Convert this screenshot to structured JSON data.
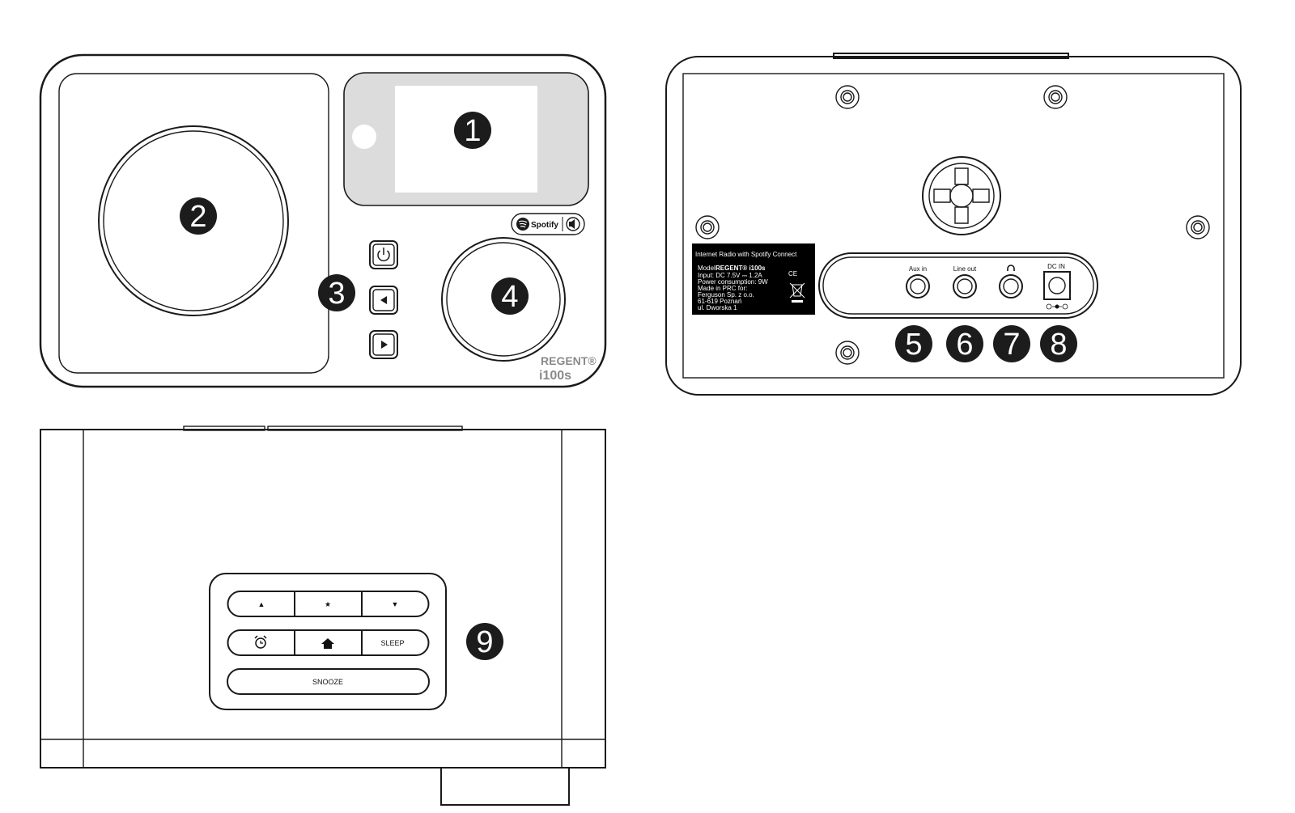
{
  "callouts": {
    "c1": "1",
    "c2": "2",
    "c3": "3",
    "c4": "4",
    "c5": "5",
    "c6": "6",
    "c7": "7",
    "c8": "8",
    "c9": "9"
  },
  "front": {
    "spotify_badge": "Spotify",
    "brand": "REGENT®",
    "model": "i100s",
    "icons": [
      "power-icon",
      "prev-icon",
      "next-icon",
      "speaker-icon",
      "spotify-logo"
    ]
  },
  "back": {
    "label": {
      "title": "Internet Radio with Spotify Connect",
      "model_prefix": "Model:",
      "model_name": "REGENT® i100s",
      "input": "Input: DC 7.5V ⎓ 1.2A",
      "power": "Power consumption: 9W",
      "made_in": "Made in PRC for:",
      "company": "Ferguson Sp. z o.o.",
      "postcode": "61-619 Poznań",
      "street": "ul. Dworska 1",
      "ce": "CE"
    },
    "jacks": {
      "aux": "Aux in",
      "line_out": "Line out",
      "dc_in": "DC IN"
    }
  },
  "top": {
    "buttons": {
      "up": "▲",
      "favorite": "★",
      "down": "▼",
      "sleep": "SLEEP",
      "snooze": "SNOOZE"
    }
  },
  "colors": {
    "line": "#1a1a1a",
    "callout": "#1c1c1c",
    "screen_frame": "#dcdcdc",
    "label_bg": "#000000"
  }
}
